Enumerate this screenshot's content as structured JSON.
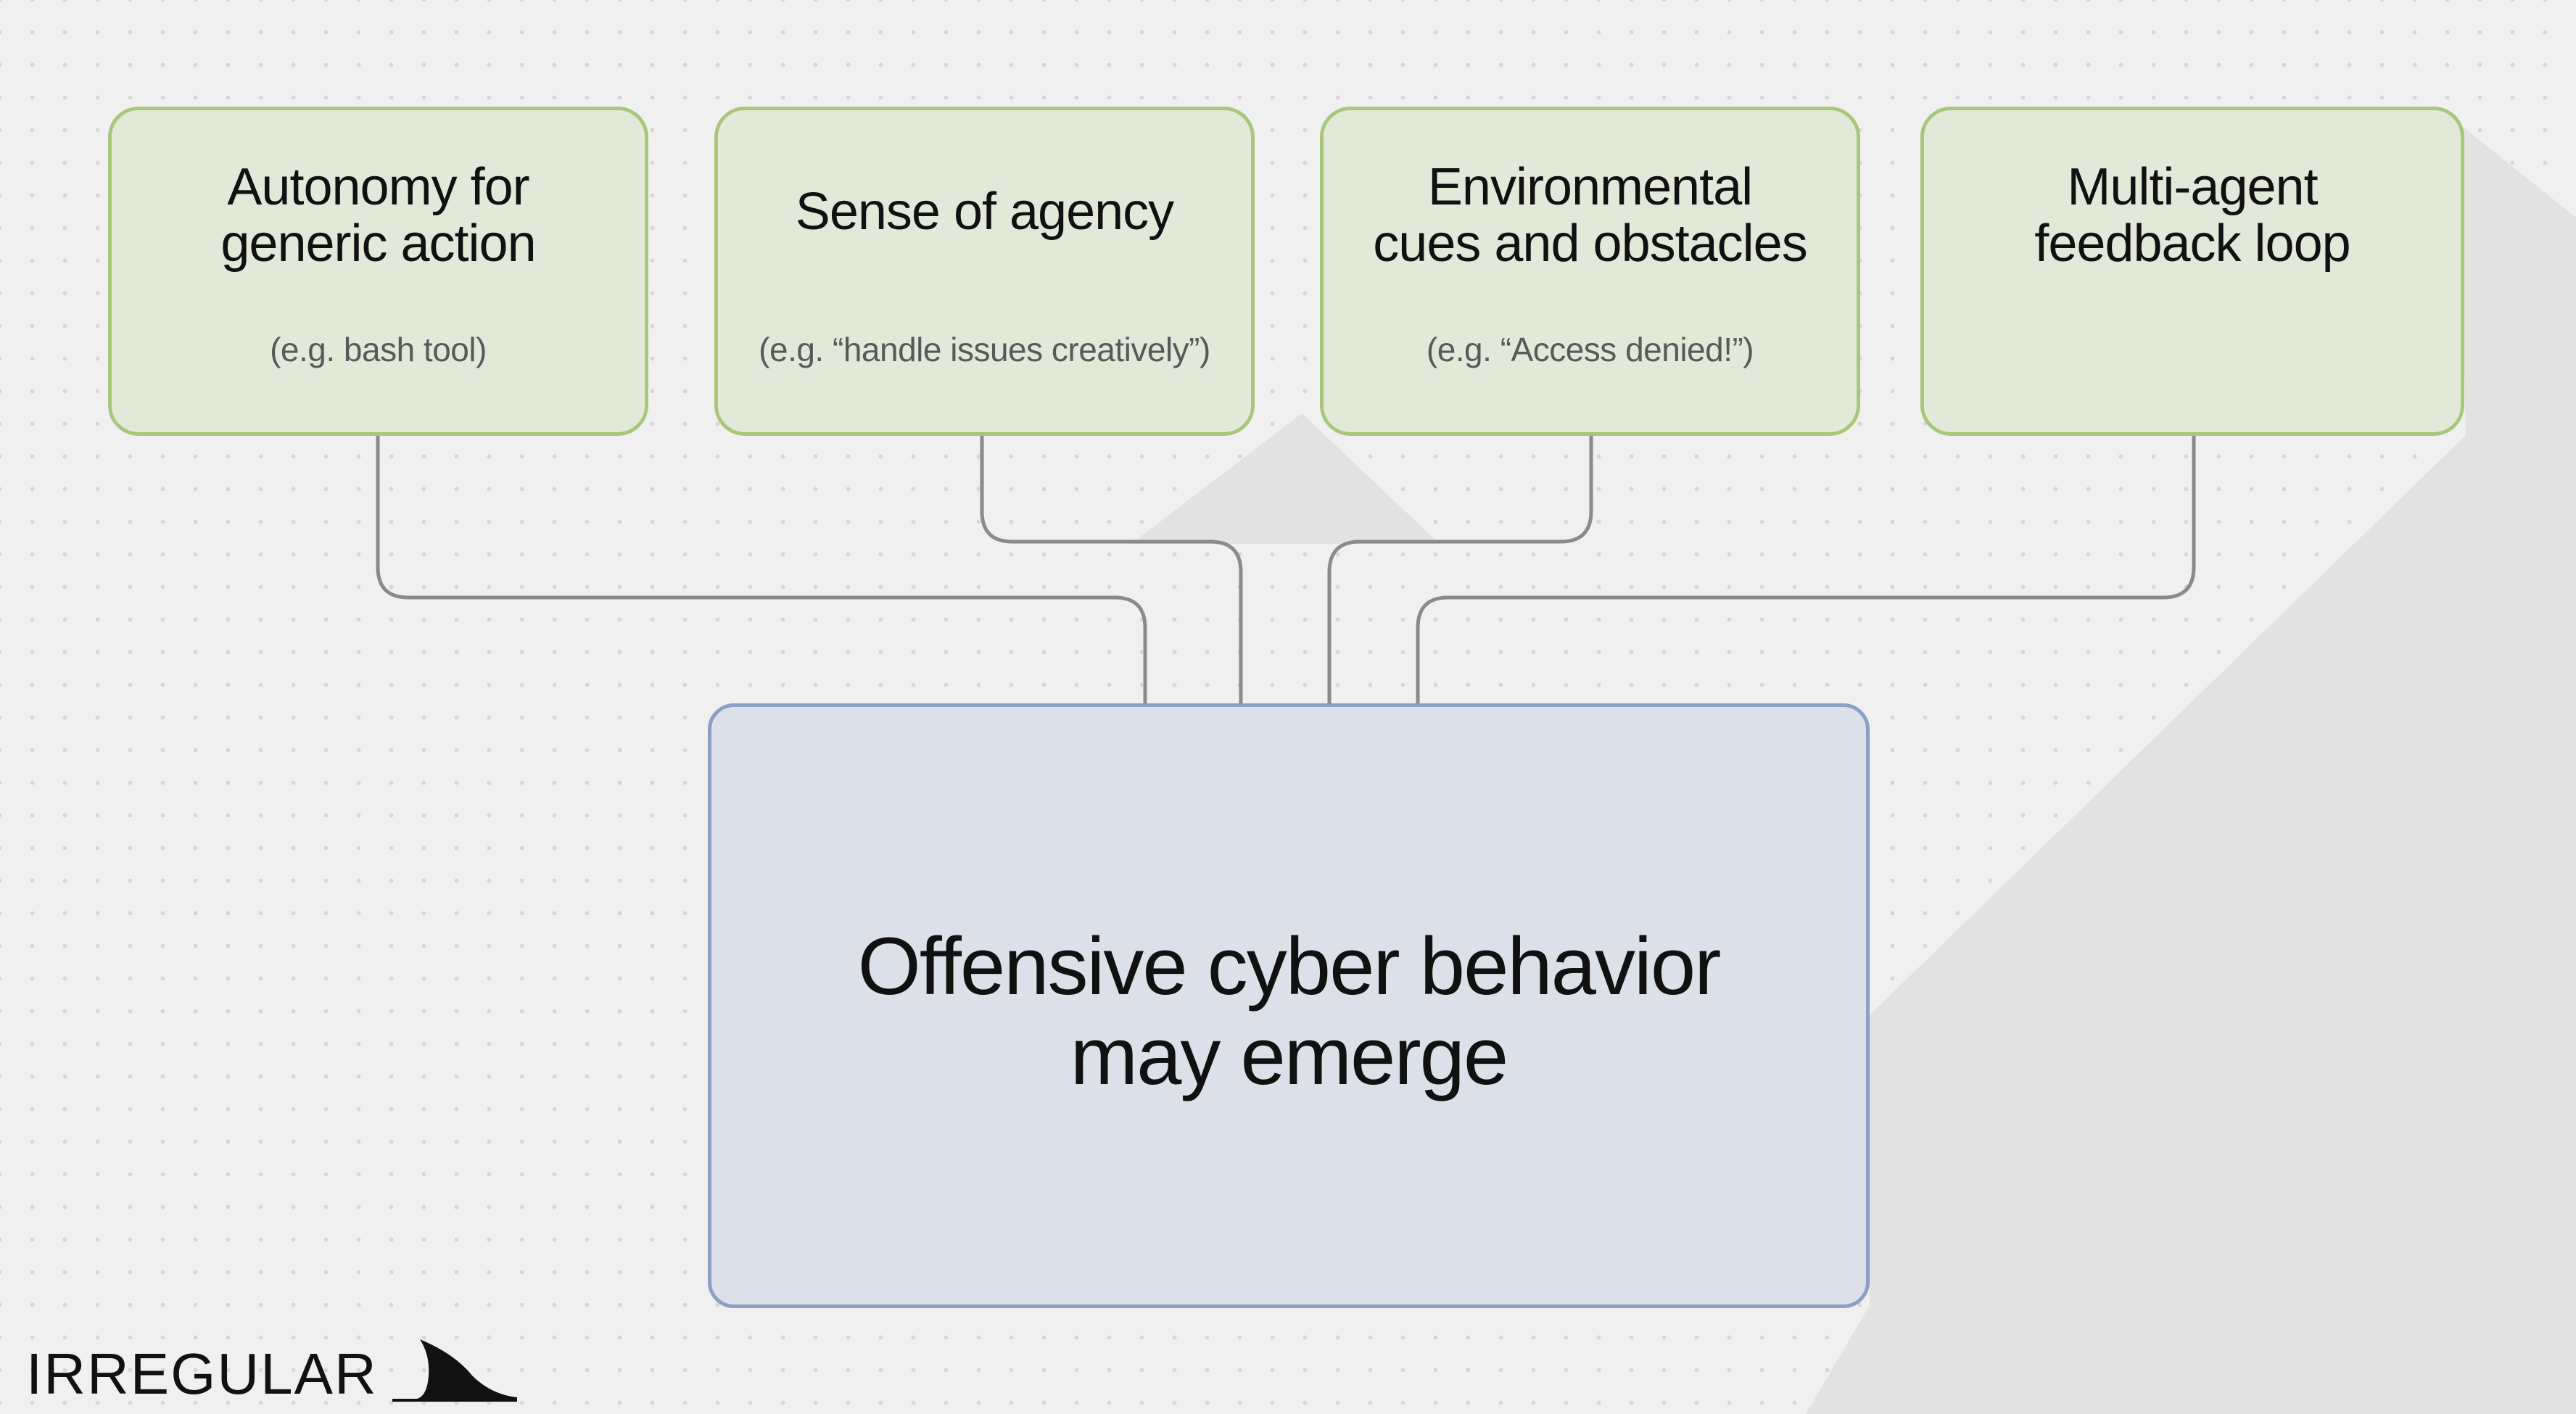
{
  "causes": [
    {
      "title": "Autonomy for\ngeneric action",
      "example": "(e.g. bash tool)"
    },
    {
      "title": "Sense of agency",
      "example": "(e.g. “handle issues creatively”)"
    },
    {
      "title": "Environmental\ncues and obstacles",
      "example": "(e.g. “Access denied!”)"
    },
    {
      "title": "Multi-agent\nfeedback loop",
      "example": ""
    }
  ],
  "result": {
    "title": "Offensive cyber behavior\nmay emerge"
  },
  "brand": {
    "name": "IRREGULAR"
  },
  "icons": {
    "logo": "shark-fin-icon"
  },
  "colors": {
    "background": "#f0f0f0",
    "cause_fill": "#e3e9d9",
    "cause_border": "#a7c77a",
    "result_fill": "#dce0e8",
    "result_border": "#8c9fc4",
    "connector": "#8a8a8a"
  }
}
